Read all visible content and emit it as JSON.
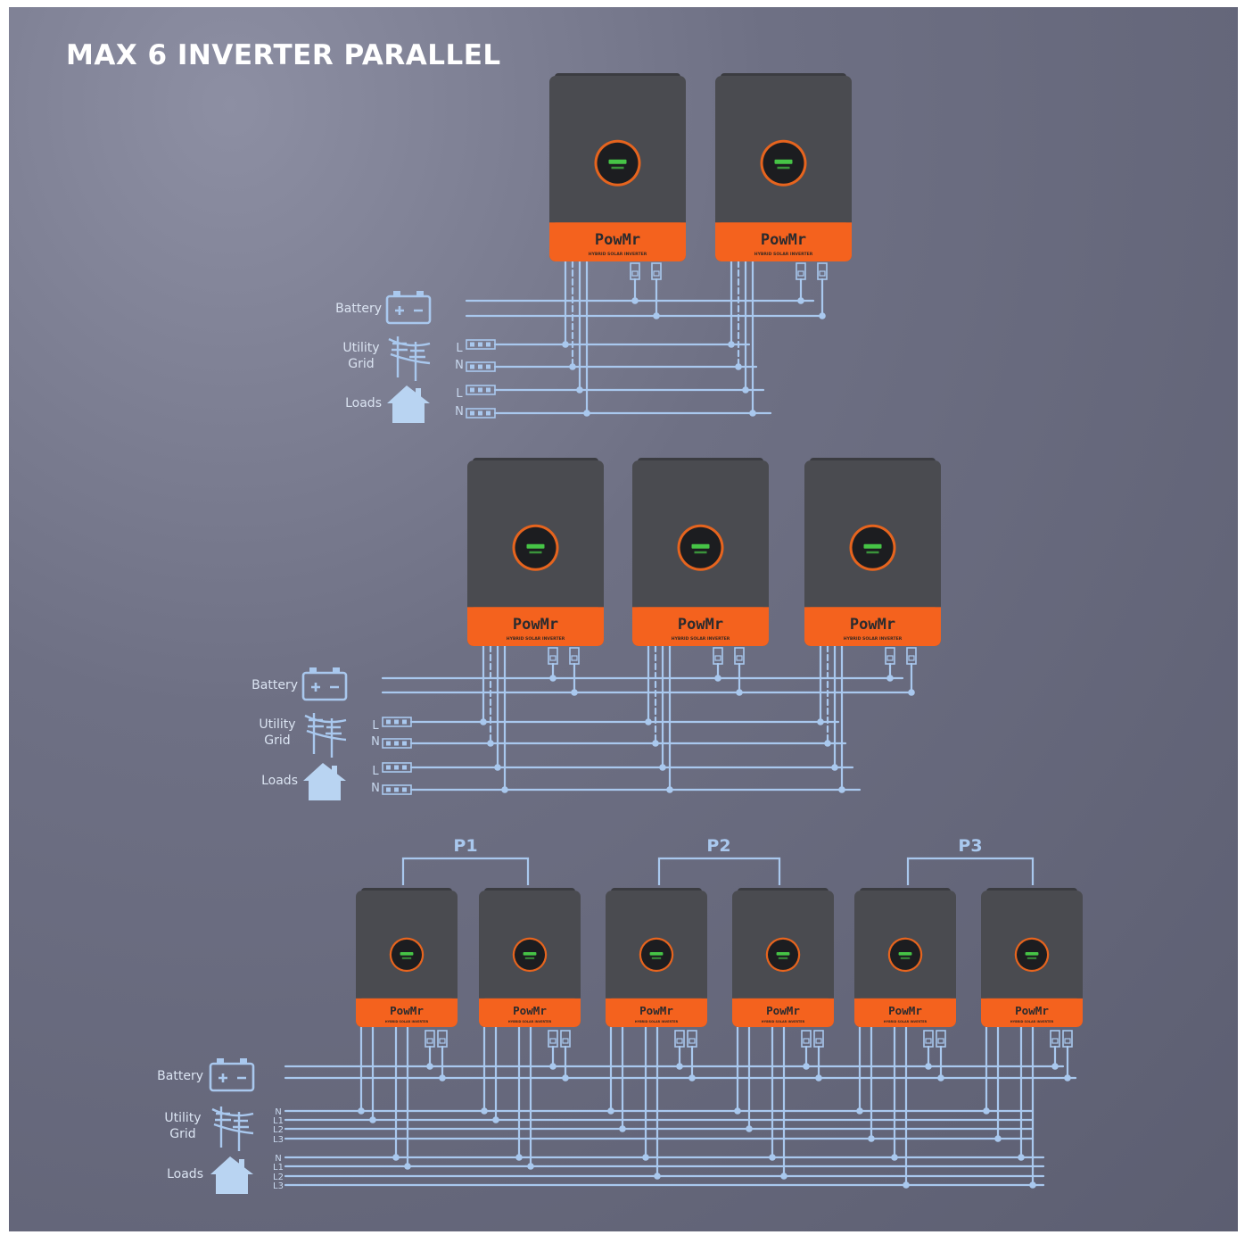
{
  "title": "MAX 6 INVERTER PARALLEL",
  "colors": {
    "background": "#6a6c80",
    "inverter_body": "#4a4b50",
    "inverter_band": "#f4621e",
    "wire": "#a9c8ee",
    "display_ring": "#e6641e",
    "display_text": "#4ee24e",
    "title": "#ffffff"
  },
  "legend": {
    "battery": "Battery",
    "utility_line1": "Utility",
    "utility_line2": "Grid",
    "loads": "Loads"
  },
  "icons": {
    "battery": "battery-icon",
    "grid": "utility-pole-icon",
    "loads": "house-icon",
    "terminal": "terminal-block-icon"
  },
  "inverter": {
    "brand": "PowMr",
    "subtitle": "HYBRID SOLAR INVERTER"
  },
  "section1": {
    "inverter_count": 2,
    "wire_labels": [
      "L",
      "N",
      "L",
      "N"
    ]
  },
  "section2": {
    "inverter_count": 3,
    "wire_labels": [
      "L",
      "N",
      "L",
      "N"
    ]
  },
  "section3": {
    "inverter_count": 6,
    "groups": [
      "P1",
      "P2",
      "P3"
    ],
    "grid_wire_labels": [
      "N",
      "L1",
      "L2",
      "L3"
    ],
    "load_wire_labels": [
      "N",
      "L1",
      "L2",
      "L3"
    ]
  }
}
